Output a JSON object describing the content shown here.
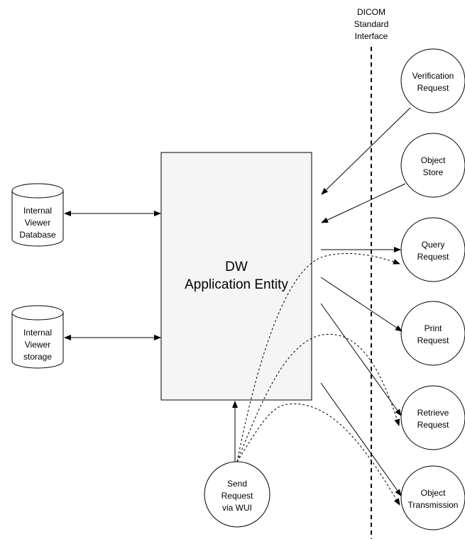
{
  "interface_label": [
    "DICOM",
    "Standard",
    "Interface"
  ],
  "entity": {
    "lines": [
      "DW",
      "Application Entity"
    ]
  },
  "databases": [
    {
      "lines": [
        "Internal",
        "Viewer",
        "Database"
      ]
    },
    {
      "lines": [
        "Internal",
        "Viewer",
        "storage"
      ]
    }
  ],
  "requests": [
    {
      "id": "verification",
      "lines": [
        "Verification",
        "Request"
      ]
    },
    {
      "id": "object-store",
      "lines": [
        "Object",
        "Store"
      ]
    },
    {
      "id": "query",
      "lines": [
        "Query",
        "Request"
      ]
    },
    {
      "id": "print",
      "lines": [
        "Print",
        "Request"
      ]
    },
    {
      "id": "retrieve",
      "lines": [
        "Retrieve",
        "Request"
      ]
    },
    {
      "id": "object-transmission",
      "lines": [
        "Object",
        "Transmission"
      ]
    }
  ],
  "sender": {
    "lines": [
      "Send",
      "Request",
      "via WUI"
    ]
  },
  "colors": {
    "stroke": "#000000",
    "box_fill": "#f5f5f5",
    "node_fill": "#ffffff"
  }
}
